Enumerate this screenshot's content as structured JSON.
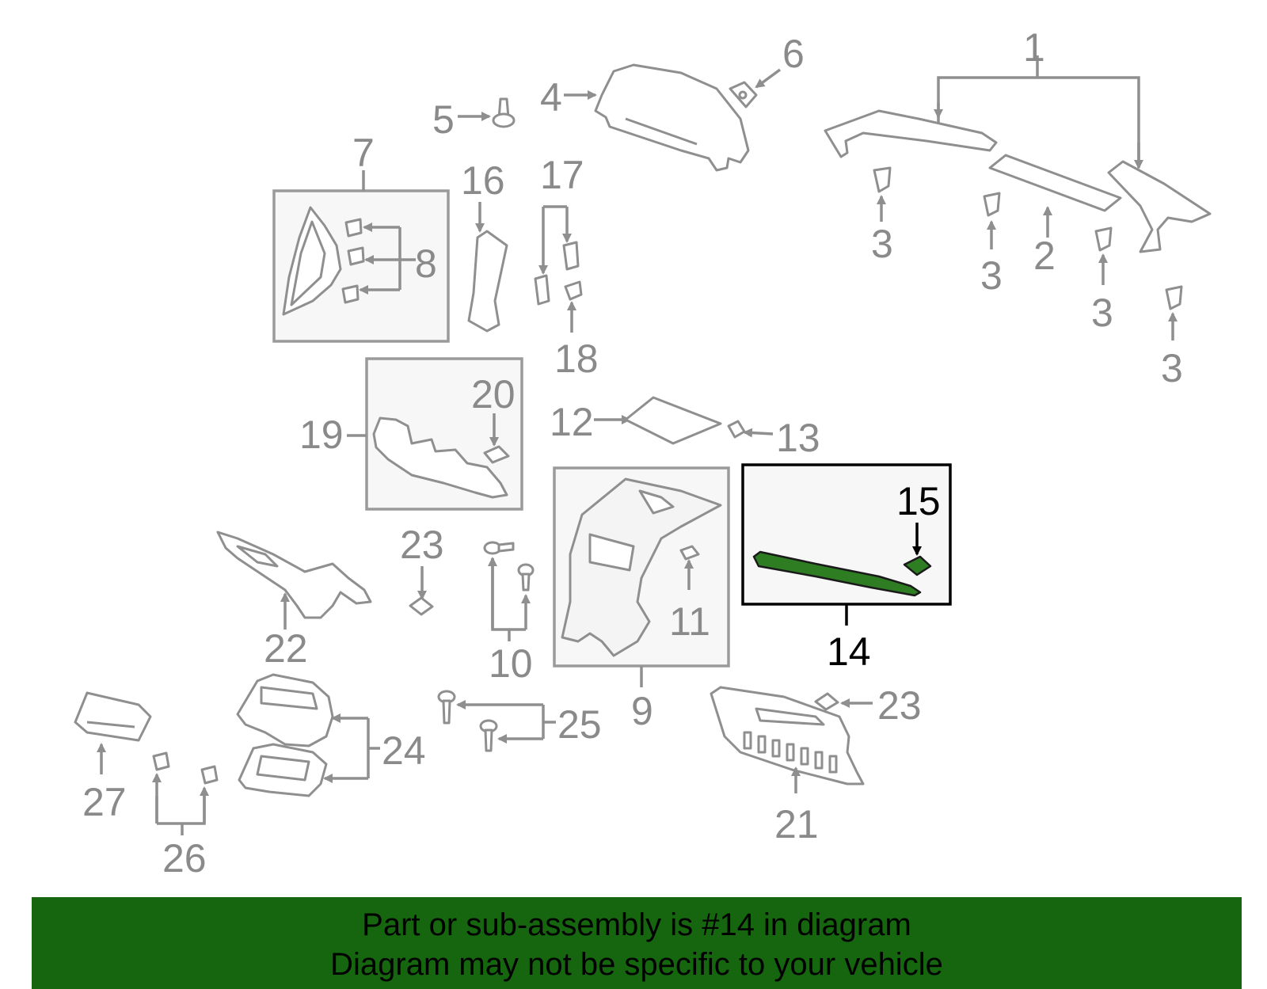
{
  "callouts": {
    "n1": "1",
    "n2": "2",
    "n3": "3",
    "n4": "4",
    "n5": "5",
    "n6": "6",
    "n7": "7",
    "n8": "8",
    "n9": "9",
    "n10": "10",
    "n11": "11",
    "n12": "12",
    "n13": "13",
    "n14": "14",
    "n15": "15",
    "n16": "16",
    "n17": "17",
    "n18": "18",
    "n19": "19",
    "n20": "20",
    "n21": "21",
    "n22": "22",
    "n23": "23",
    "n24": "24",
    "n25": "25",
    "n26": "26",
    "n27": "27"
  },
  "highlight": {
    "part_number": "14",
    "color": "#2e7d23"
  },
  "banner": {
    "line1": "Part or sub-assembly is #14 in diagram",
    "line2": "Diagram may not be specific to your vehicle",
    "background": "#15660e"
  }
}
